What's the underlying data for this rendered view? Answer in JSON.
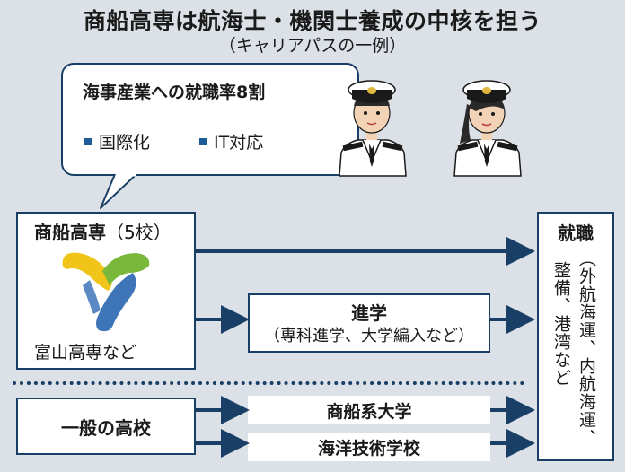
{
  "title": "商船高専は航海士・機関士養成の中核を担う",
  "subtitle": "（キャリアパスの一例）",
  "bubble": {
    "headline": "海事産業への就職率8割",
    "bullets": [
      "国際化",
      "IT対応"
    ]
  },
  "school": {
    "label": "商船高専",
    "count": "（5校）",
    "example": "富山高専など"
  },
  "advance": {
    "title": "進学",
    "detail": "（専科進学、大学編入など）"
  },
  "general_school": "一般の高校",
  "merchant_university": "商船系大学",
  "maritime_tech_school": "海洋技術学校",
  "employment": {
    "title": "就職",
    "detail_col1": "（外航海運、内航海運、",
    "detail_col2": "整備、港湾など"
  },
  "colors": {
    "navy": "#1a3f66",
    "accent": "#1c5d99",
    "background": "#dce1e7",
    "logo_yellow": "#f0c419",
    "logo_green": "#79b83a",
    "logo_blue": "#3e74b8"
  }
}
